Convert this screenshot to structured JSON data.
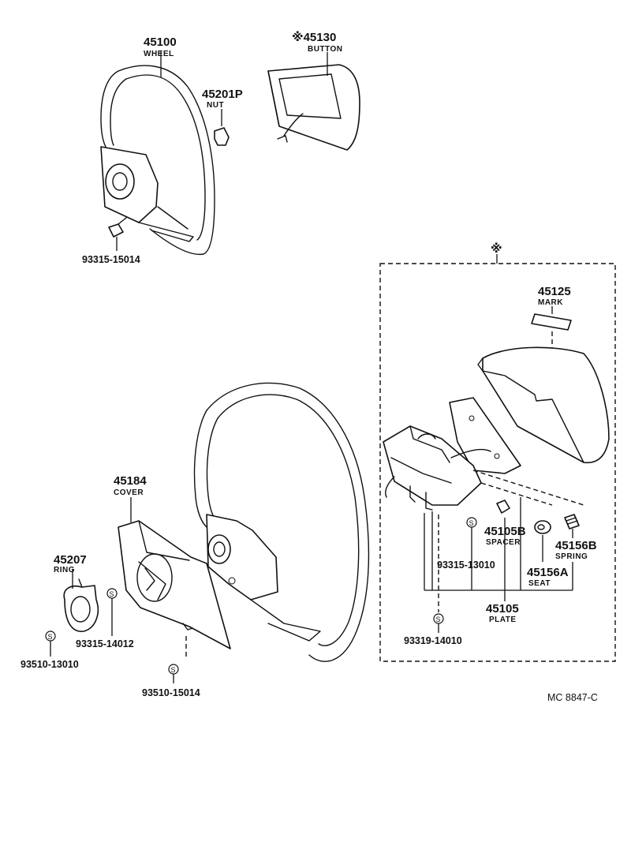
{
  "parts": {
    "wheel_top": {
      "number": "45100",
      "name": "WHEEL"
    },
    "button": {
      "number": "※45130",
      "name": "BUTTON"
    },
    "nut": {
      "number": "45201P",
      "name": "NUT"
    },
    "bolt_top": {
      "number": "93315-15014"
    },
    "kit_marker": "※",
    "mark": {
      "number": "45125",
      "name": "MARK"
    },
    "cover": {
      "number": "45184",
      "name": "COVER"
    },
    "ring": {
      "number": "45207",
      "name": "RING"
    },
    "screw_a": {
      "number": "93315-14012"
    },
    "screw_b": {
      "number": "93510-13010"
    },
    "screw_c": {
      "number": "93510-15014"
    },
    "spacer": {
      "number": "45105B",
      "name": "SPACER"
    },
    "spring": {
      "number": "45156B",
      "name": "SPRING"
    },
    "screw_d": {
      "number": "93315-13010"
    },
    "seat": {
      "number": "45156A",
      "name": "SEAT"
    },
    "plate": {
      "number": "45105",
      "name": "PLATE"
    },
    "screw_e": {
      "number": "93319-14010"
    }
  },
  "symbols": {
    "s_mark": "S"
  },
  "footer": {
    "code": "MC 8847-C"
  }
}
